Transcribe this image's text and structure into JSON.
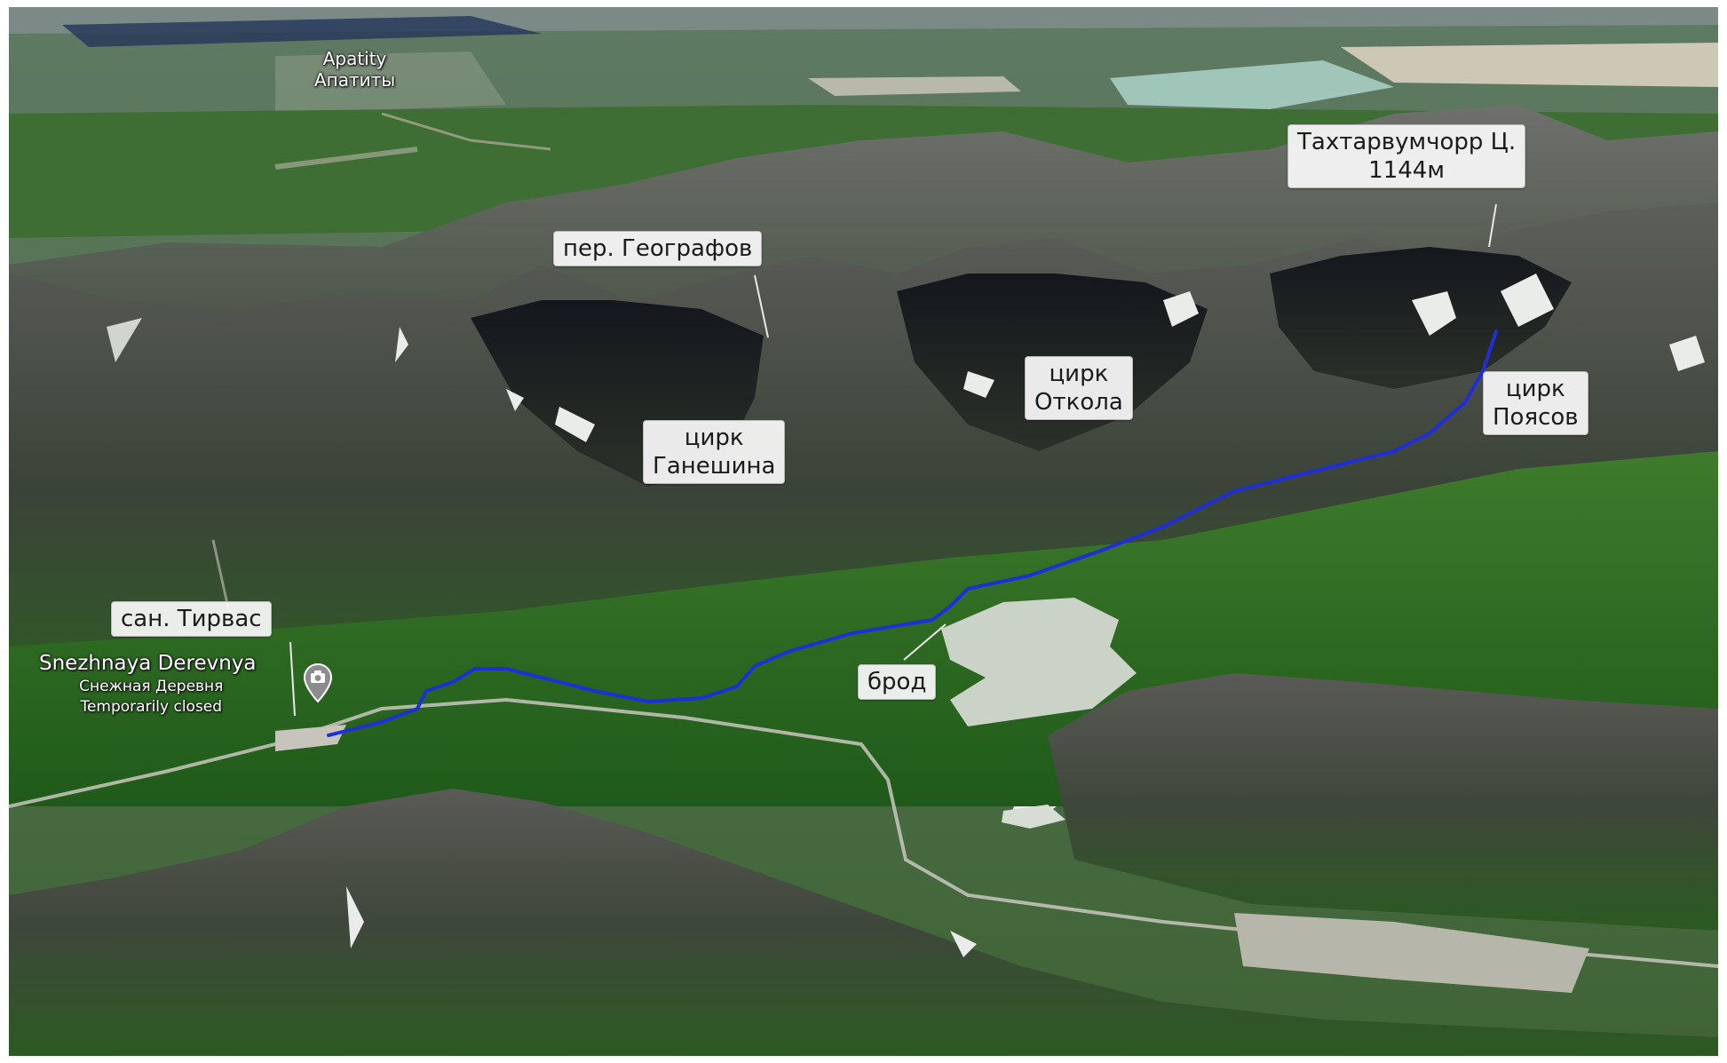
{
  "map": {
    "city_label": [
      "Apatity",
      "Апатиты"
    ],
    "poi": {
      "name_latin": "Snezhnaya Derevnya",
      "name_ru": "Снежная Деревня",
      "status": "Temporarily closed",
      "icon": "camera-pin-icon"
    },
    "callouts": {
      "pass": "пер. Географов",
      "peak": [
        "Тахтарвумчорр Ц.",
        "1144м"
      ],
      "cirque_ganeshina": [
        "цирк",
        "Ганешина"
      ],
      "cirque_otkola": [
        "цирк",
        "Откола"
      ],
      "cirque_poyasov": [
        "цирк",
        "Поясов"
      ],
      "sanatorium": "сан. Тирвас",
      "ford": "брод"
    },
    "route_color": "#1e2fd8",
    "colors": {
      "forest": "#2f6d25",
      "rock": "#4d4f4c",
      "snow": "#e9ece8",
      "lake": "#c9d2c6"
    }
  }
}
